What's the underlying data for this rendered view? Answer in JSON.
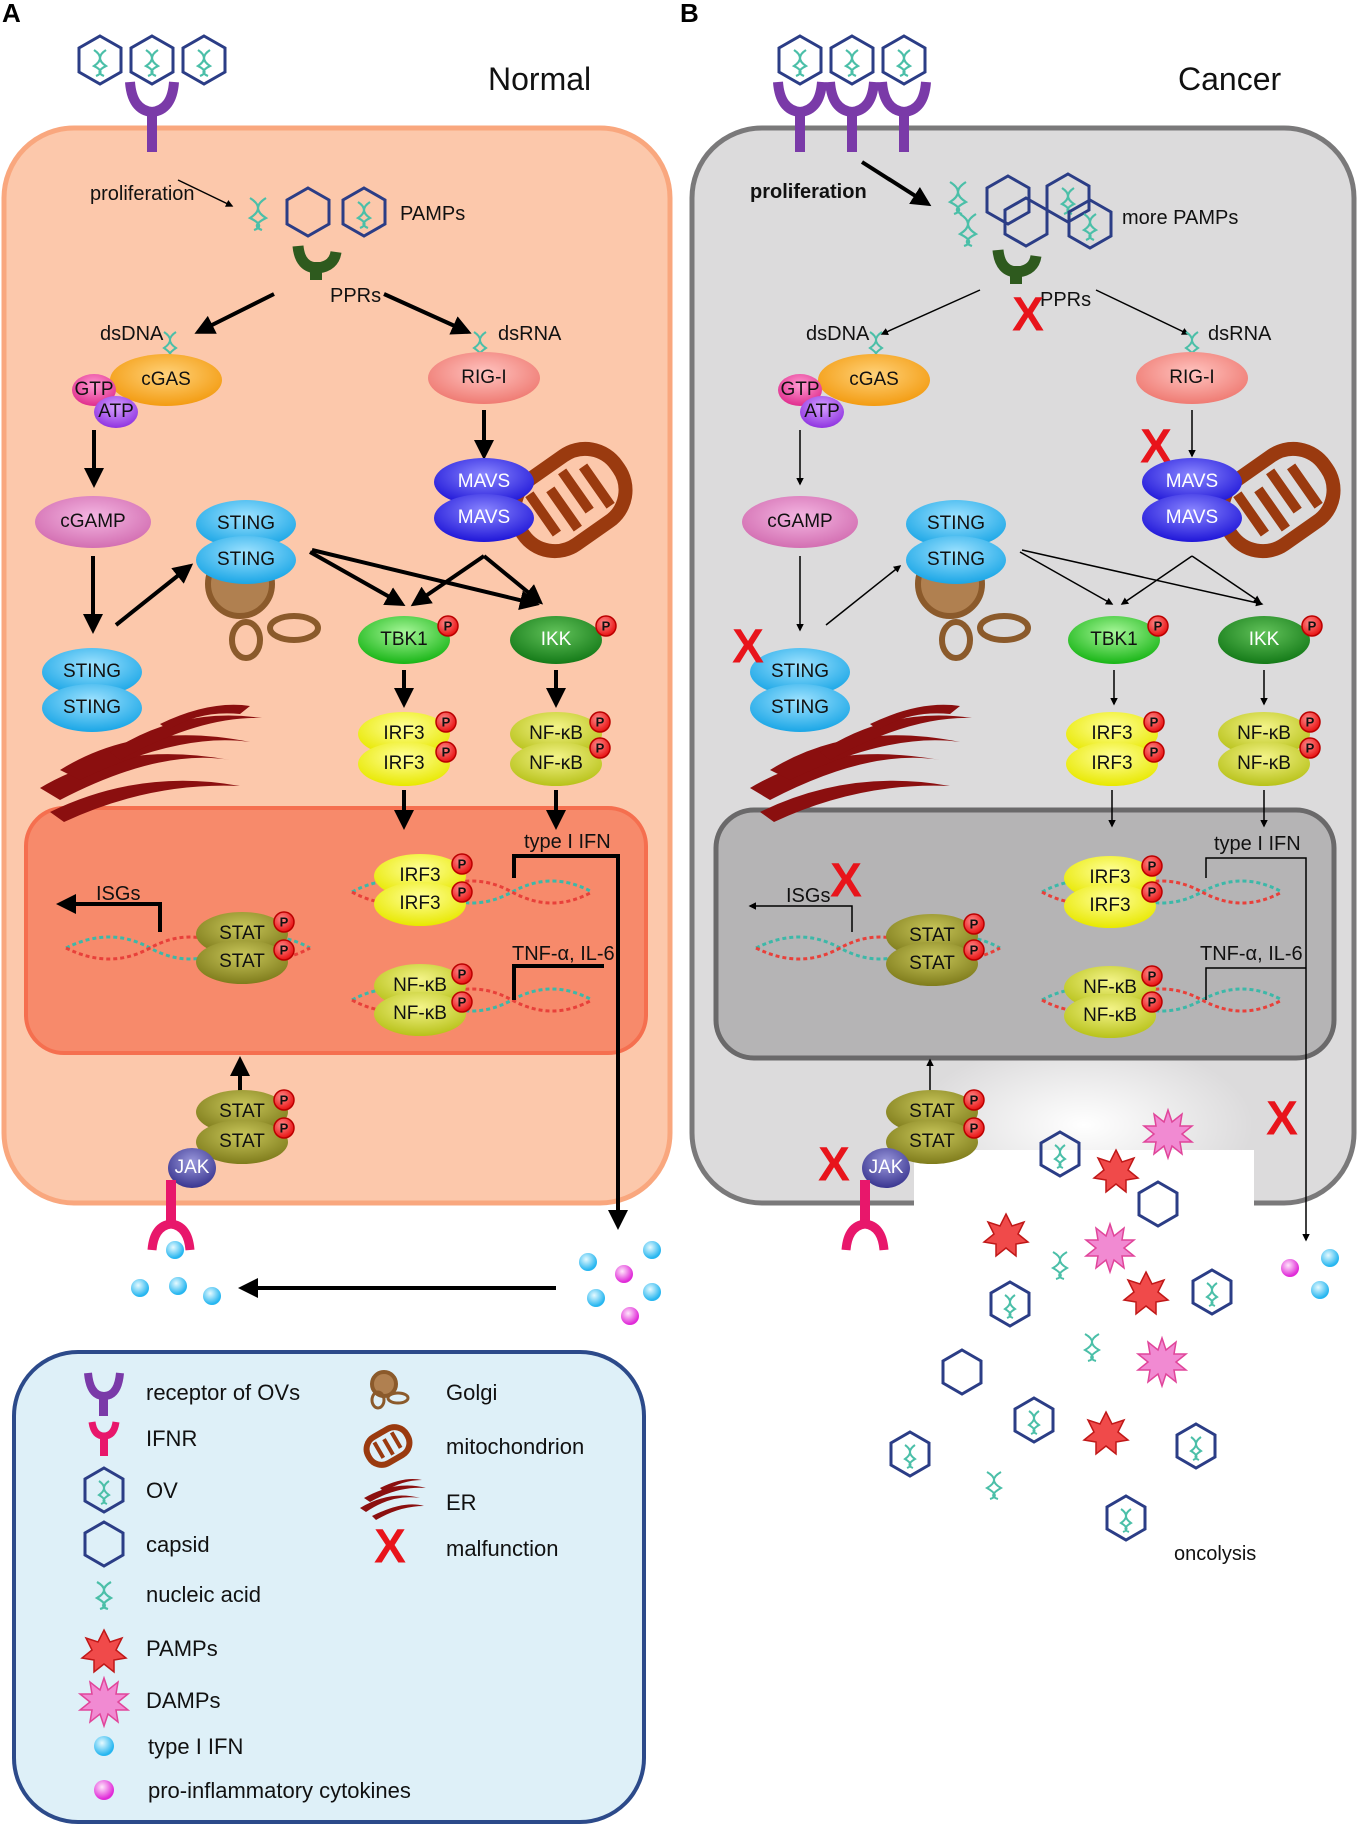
{
  "panel_a": {
    "letter": "A",
    "title": "Normal",
    "proliferation": "proliferation",
    "pamps": "PAMPs",
    "pprs": "PPRs",
    "dsdna": "dsDNA",
    "dsrna": "dsRNA",
    "cgas": "cGAS",
    "gtp": "GTP",
    "atp": "ATP",
    "rigi": "RIG-I",
    "mavs": "MAVS",
    "cgamp": "cGAMP",
    "sting": "STING",
    "tbk1": "TBK1",
    "ikk": "IKK",
    "irf3": "IRF3",
    "nfkb": "NF-κB",
    "type1ifn": "type I IFN",
    "tnf": "TNF-α, IL-6",
    "isgs": "ISGs",
    "stat": "STAT",
    "jak": "JAK",
    "p": "P"
  },
  "panel_b": {
    "letter": "B",
    "title": "Cancer",
    "proliferation": "proliferation",
    "pamps": "more PAMPs",
    "pprs": "PPRs",
    "dsdna": "dsDNA",
    "dsrna": "dsRNA",
    "cgas": "cGAS",
    "gtp": "GTP",
    "atp": "ATP",
    "rigi": "RIG-I",
    "mavs": "MAVS",
    "cgamp": "cGAMP",
    "sting": "STING",
    "tbk1": "TBK1",
    "ikk": "IKK",
    "irf3": "IRF3",
    "nfkb": "NF-κB",
    "type1ifn": "type I IFN",
    "tnf": "TNF-α, IL-6",
    "isgs": "ISGs",
    "stat": "STAT",
    "jak": "JAK",
    "p": "P",
    "x": "X",
    "oncolysis": "oncolysis"
  },
  "legend": {
    "items": [
      {
        "label": "receptor of OVs",
        "icon": "receptor-icon"
      },
      {
        "label": "IFNR",
        "icon": "ifnr-icon"
      },
      {
        "label": "OV",
        "icon": "ov-icon"
      },
      {
        "label": "capsid",
        "icon": "capsid-icon"
      },
      {
        "label": "nucleic acid",
        "icon": "nucleic-acid-icon"
      },
      {
        "label": "PAMPs",
        "icon": "pamps-icon"
      },
      {
        "label": "DAMPs",
        "icon": "damps-icon"
      },
      {
        "label": "type I IFN",
        "icon": "ifn-dot-icon"
      },
      {
        "label": "pro-inflammatory cytokines",
        "icon": "cytokine-dot-icon"
      },
      {
        "label": "Golgi",
        "icon": "golgi-icon"
      },
      {
        "label": "mitochondrion",
        "icon": "mitochondrion-icon"
      },
      {
        "label": "ER",
        "icon": "er-icon"
      },
      {
        "label": "malfunction",
        "icon": "malfunction-icon"
      }
    ]
  },
  "colors": {
    "normal_cell": "#fcc8ab",
    "normal_border": "#f9a77e",
    "normal_nucleus": "#f78a6b",
    "cancer_cell": "#dcdbdc",
    "cancer_border": "#7a797a",
    "cancer_nucleus": "#b5b4b5",
    "legend_bg": "#def0f8",
    "legend_border": "#2c4a8a",
    "malfunction": "#e8141b"
  }
}
